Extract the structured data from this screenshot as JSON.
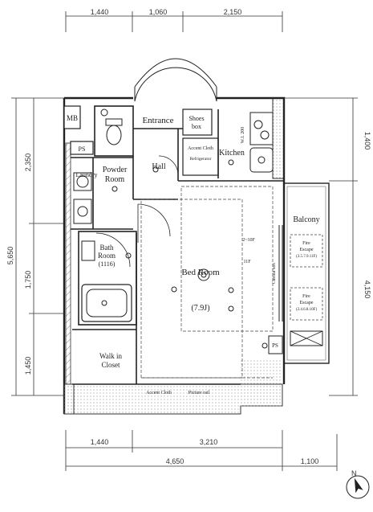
{
  "dimensions": {
    "top": [
      "1,440",
      "1,060",
      "2,150"
    ],
    "left": [
      "2,350",
      "5,650",
      "1,750",
      "1,450"
    ],
    "right": [
      "1,400",
      "4,150"
    ],
    "bottom_row1": [
      "1,440",
      "3,210"
    ],
    "bottom_row2": [
      "4,650",
      "1,100"
    ]
  },
  "rooms": {
    "mb": "MB",
    "ps_left": "PS",
    "ps_right": "PS",
    "entrance": "Entrance",
    "shoes_box": [
      "Shoes",
      "box"
    ],
    "kitchen": "Kitchen",
    "accent_cloth_small": "Accent Cloth",
    "refrigerator": "Refrigerator",
    "powder_room": [
      "Powder",
      "Room"
    ],
    "laundry": "Laundry",
    "hall": "Hall",
    "bath_room": [
      "Bath",
      "Room",
      "(1116)"
    ],
    "bed_room": [
      "Bed Room",
      "(7.9J)"
    ],
    "walk_in_closet": [
      "Walk in",
      "Closet"
    ],
    "balcony": "Balcony",
    "fire_escape_1": [
      "Fire",
      "Escape",
      "(3.5.7.9.11F)"
    ],
    "fire_escape_2": [
      "Fire",
      "Escape",
      "(2.4.6.8.10F)"
    ],
    "accent_cloth_bottom": "Accent Cloth",
    "picture_rail": "Picture rail",
    "floor_note_a": "2~10F",
    "floor_note_b": "11F",
    "curtain_box": "Curtain box",
    "wi_note": "W.I. 200"
  },
  "icons": {
    "north": "north-arrow-icon"
  }
}
